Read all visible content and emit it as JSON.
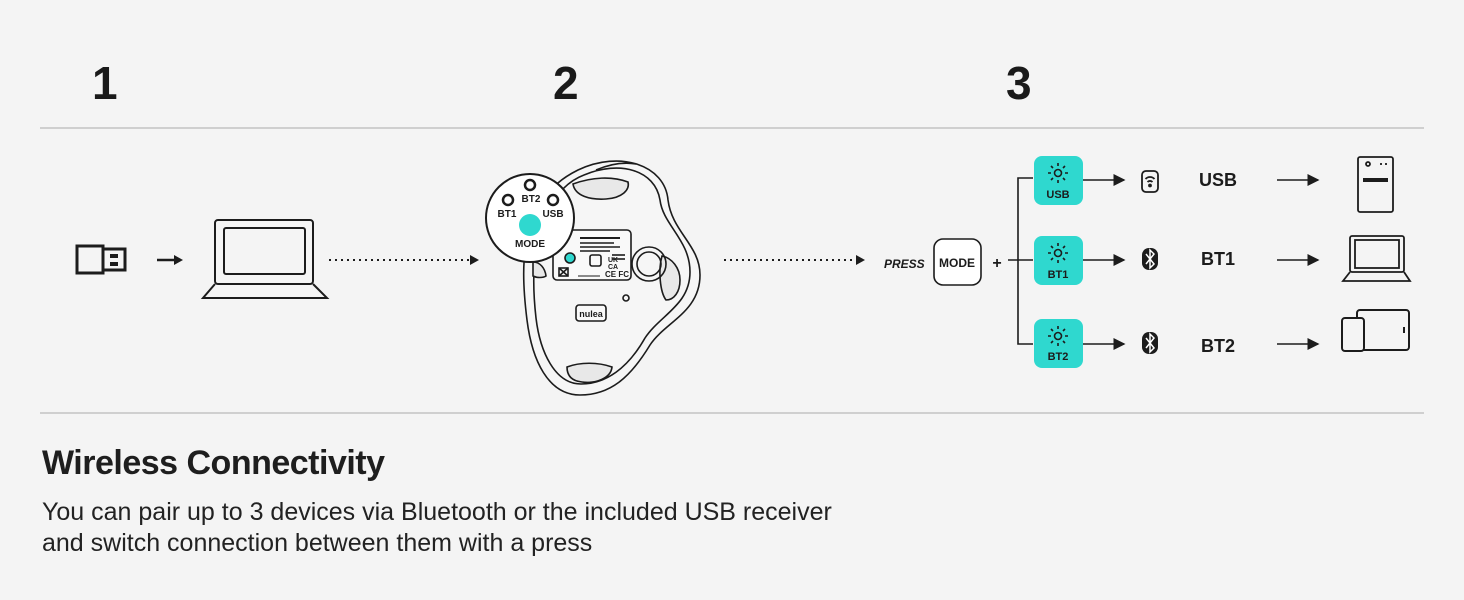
{
  "steps": [
    "1",
    "2",
    "3"
  ],
  "dial": {
    "bt2": "BT2",
    "bt1": "BT1",
    "usb": "USB",
    "mode": "MODE"
  },
  "mouse": {
    "brand": "nulea",
    "certs": "CE FC",
    "ukca_top": "UK",
    "ukca_bottom": "CA"
  },
  "press_label": "PRESS",
  "mode_key": "MODE",
  "plus": "+",
  "channels": [
    {
      "led": "USB",
      "label": "USB",
      "icon": "wireless-receiver-icon",
      "device": "desktop-tower-icon"
    },
    {
      "led": "BT1",
      "label": "BT1",
      "icon": "bluetooth-icon",
      "device": "laptop-icon"
    },
    {
      "led": "BT2",
      "label": "BT2",
      "icon": "bluetooth-icon",
      "device": "tablet-phone-icon"
    }
  ],
  "heading": "Wireless Connectivity",
  "description_line1": "You can pair up to 3 devices via Bluetooth or the included USB receiver",
  "description_line2": "and switch connection between them with a press",
  "colors": {
    "accent": "#2fd8cf",
    "line": "#1c1c1c",
    "rule": "#cfcfcf",
    "background": "#f4f4f4"
  }
}
